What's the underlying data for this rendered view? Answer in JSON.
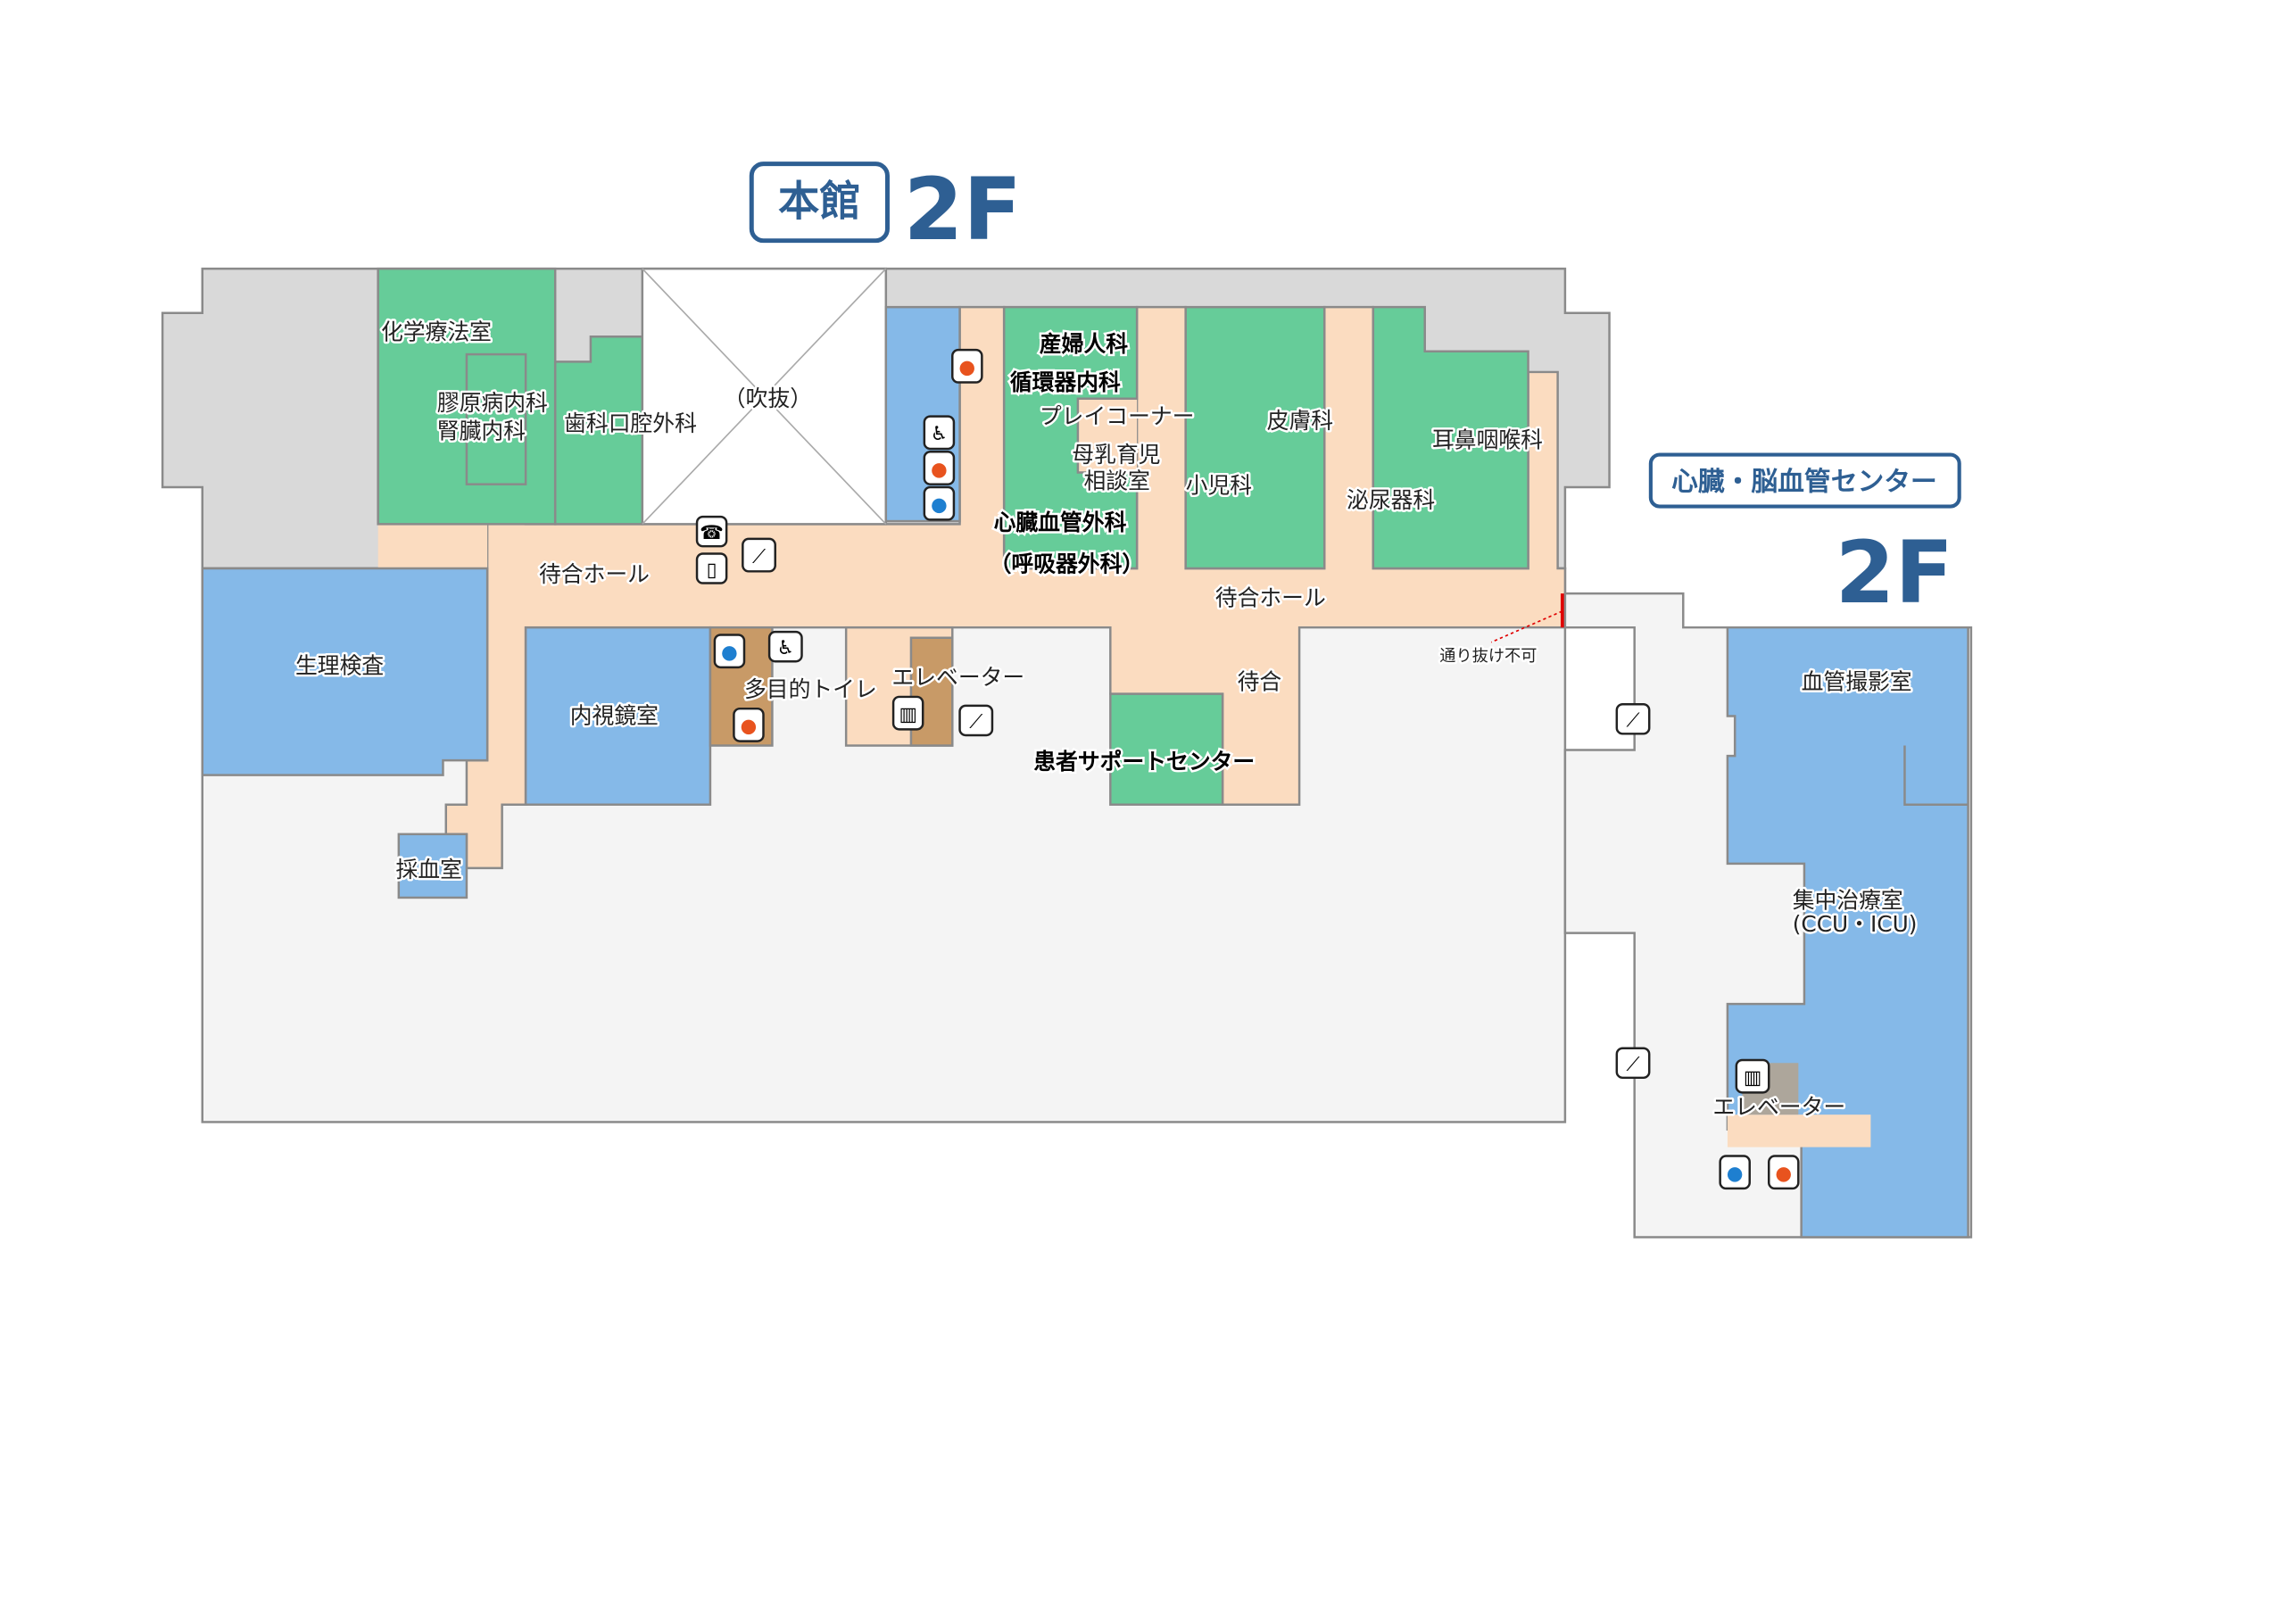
{
  "main_building": {
    "name": "本館",
    "floor": "2F"
  },
  "annex": {
    "name": "心臓・脳血管センター",
    "floor": "2F"
  },
  "colors": {
    "green": "#66cc99",
    "blue": "#85b9e8",
    "corridor": "#fbdcc0",
    "gray": "#d9d9d9",
    "background": "#f4f4f4",
    "title": "#2e5f93",
    "toilet_area": "#c89a67",
    "barrier": "#e00000"
  },
  "rooms": {
    "chemo": "化学療法室",
    "collagen": "膠原病内科",
    "kidney": "腎臓内科",
    "dental": "歯科口腔外科",
    "atrium": "（吹抜）",
    "waiting_hall_left": "待合ホール",
    "physiology": "生理検査",
    "endoscopy": "内視鏡室",
    "blood_draw": "採血室",
    "multi_toilet": "多目的トイレ",
    "elevator_main": "エレベーター",
    "obgyn": "産婦人科",
    "cardiology": "循環器内科",
    "play_corner": "プレイコーナー",
    "breastfeeding_1": "母乳育児",
    "breastfeeding_2": "相談室",
    "pediatrics": "小児科",
    "cardio_surgery": "心臓血管外科",
    "resp_surgery": "（呼吸器外科）",
    "dermatology": "皮膚科",
    "urology": "泌尿器科",
    "ent": "耳鼻咽喉科",
    "waiting_hall_right": "待合ホール",
    "waiting": "待合",
    "patient_support": "患者サポートセンター",
    "no_passage": "通り抜け不可",
    "angiography": "血管撮影室",
    "icu_1": "集中治療室",
    "icu_2": "(CCU・ICU)",
    "elevator_annex": "エレベーター"
  },
  "icons": [
    "female-toilet",
    "wheelchair",
    "female-toilet",
    "male-toilet",
    "phone",
    "escalator",
    "atm",
    "male-toilet",
    "multipurpose-wc",
    "female-toilet",
    "elevator",
    "stairs",
    "stairs",
    "stairs",
    "elevator",
    "male-toilet",
    "female-toilet"
  ]
}
